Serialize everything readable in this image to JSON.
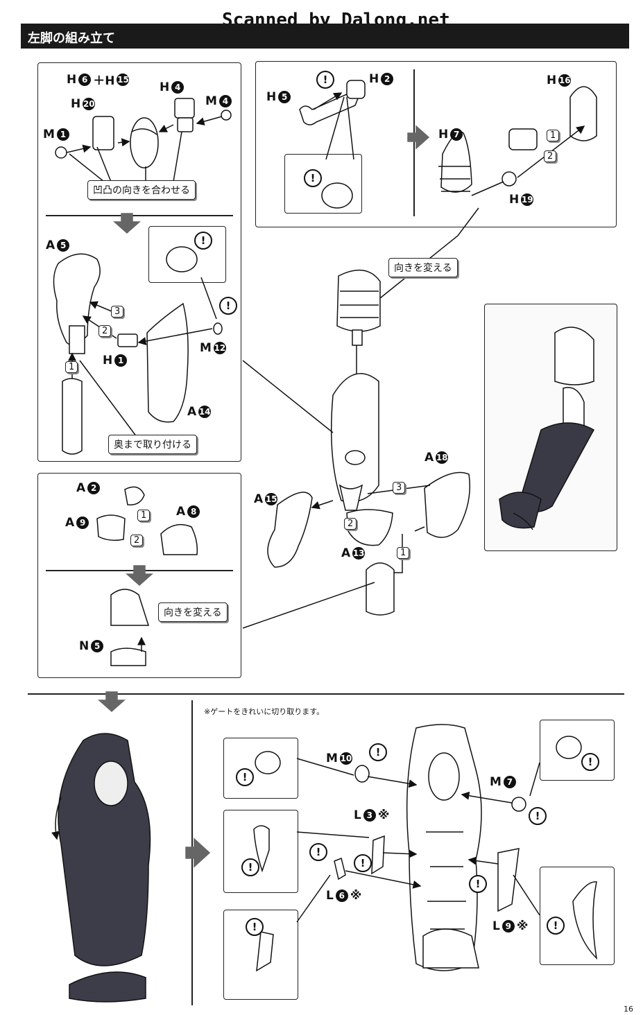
{
  "watermark": "Scanned by Dalong.net",
  "header": {
    "title": "左脚の組み立て"
  },
  "callouts": {
    "align_bumps": "凹凸の向きを合わせる",
    "push_in": "奥まで取り付ける",
    "change_dir_1": "向きを変える",
    "change_dir_2": "向きを変える"
  },
  "note": "※ゲートをきれいに切り取ります。",
  "page_number": "16",
  "warn_glyph": "!",
  "parts": {
    "h6_h15": {
      "prefix": "H",
      "num": "6",
      "plus": "＋H",
      "num2": "15"
    },
    "h4": {
      "prefix": "H",
      "num": "4"
    },
    "m4": {
      "prefix": "M",
      "num": "4"
    },
    "h20": {
      "prefix": "H",
      "num": "20"
    },
    "m1": {
      "prefix": "M",
      "num": "1"
    },
    "h5": {
      "prefix": "H",
      "num": "5"
    },
    "h2": {
      "prefix": "H",
      "num": "2"
    },
    "h16": {
      "prefix": "H",
      "num": "16"
    },
    "h7": {
      "prefix": "H",
      "num": "7"
    },
    "h19": {
      "prefix": "H",
      "num": "19"
    },
    "a5": {
      "prefix": "A",
      "num": "5"
    },
    "h1": {
      "prefix": "H",
      "num": "1"
    },
    "m12": {
      "prefix": "M",
      "num": "12"
    },
    "a14": {
      "prefix": "A",
      "num": "14"
    },
    "a2": {
      "prefix": "A",
      "num": "2"
    },
    "a8": {
      "prefix": "A",
      "num": "8"
    },
    "a9": {
      "prefix": "A",
      "num": "9"
    },
    "n5": {
      "prefix": "N",
      "num": "5"
    },
    "a18": {
      "prefix": "A",
      "num": "18"
    },
    "a15": {
      "prefix": "A",
      "num": "15"
    },
    "a13": {
      "prefix": "A",
      "num": "13"
    },
    "m10": {
      "prefix": "M",
      "num": "10"
    },
    "m7": {
      "prefix": "M",
      "num": "7"
    },
    "l3": {
      "prefix": "L",
      "num": "3",
      "mark": "※"
    },
    "l6": {
      "prefix": "L",
      "num": "6",
      "mark": "※"
    },
    "l9": {
      "prefix": "L",
      "num": "9",
      "mark": "※"
    }
  },
  "steps": {
    "s1": "1",
    "s2": "2",
    "s3": "3"
  }
}
